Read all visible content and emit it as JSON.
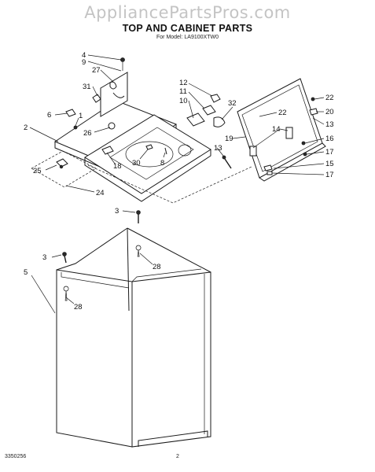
{
  "header": {
    "watermark": "AppliancePartsPros.com",
    "title": "TOP AND CABINET PARTS",
    "model": "For Model: LA9100XTW0"
  },
  "footer": {
    "doc_number": "3350256",
    "page_number": "2"
  },
  "callouts": [
    "4",
    "9",
    "27",
    "31",
    "6",
    "1",
    "2",
    "26",
    "25",
    "18",
    "30",
    "8",
    "24",
    "12",
    "11",
    "10",
    "32",
    "22",
    "20",
    "13",
    "22",
    "14",
    "16",
    "17",
    "19",
    "13",
    "15",
    "17",
    "3",
    "28",
    "3",
    "5",
    "28"
  ]
}
